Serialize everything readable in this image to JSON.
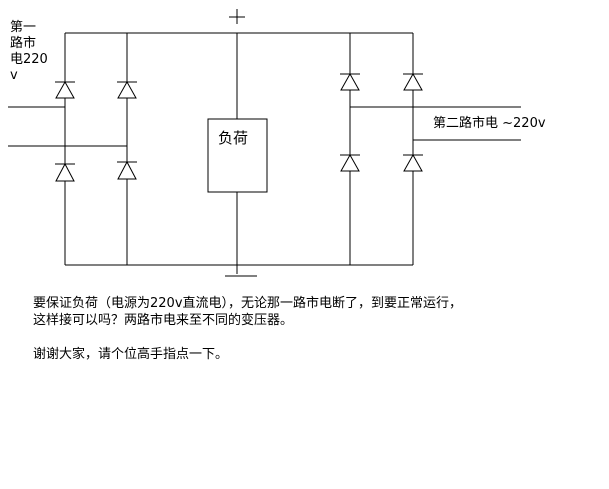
{
  "diagram": {
    "plus_sign": "+",
    "minus_sign": "—",
    "load_label": "负荷",
    "source1_label_lines": [
      "第一",
      "路市",
      "电220",
      "v"
    ],
    "source2_label": "第二路市电 ~220v"
  },
  "notes": {
    "line1": "要保证负荷（电源为220v直流电），无论那一路市电断了，到要正常运行，",
    "line2": "这样接可以吗？两路市电来至不同的变压器。",
    "line3": "谢谢大家，请个位高手指点一下。"
  }
}
